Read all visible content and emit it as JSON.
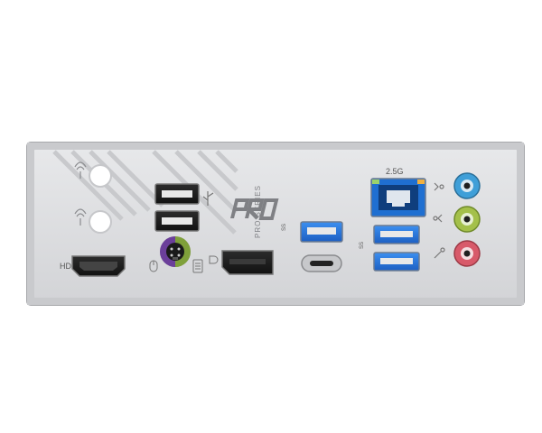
{
  "labels": {
    "hdmi": "HDMI",
    "lan_speed": "2.5G",
    "pro_series": "PRO SERIES",
    "logo": "PRO",
    "usb3_a": "SS",
    "usb3_b": "SS"
  },
  "icons": {
    "usb": "usb-icon",
    "wifi": "wifi-antenna-icon",
    "mouse": "mouse-icon",
    "keyboard": "keyboard-icon",
    "displayport": "displayport-icon",
    "audio_in": "line-in-icon",
    "audio_out": "line-out-icon",
    "mic": "mic-icon"
  },
  "colors": {
    "plate": "#d8d9dc",
    "frame": "#b5b6b9",
    "lan_blue": "#1f6fd1",
    "usb3_blue": "#2d7ee0",
    "ps2_purple": "#6b3f9a",
    "ps2_green": "#7fa03a",
    "audio_blue": "#3f9fd8",
    "audio_green": "#a4c04a",
    "audio_pink": "#d85a6a"
  }
}
